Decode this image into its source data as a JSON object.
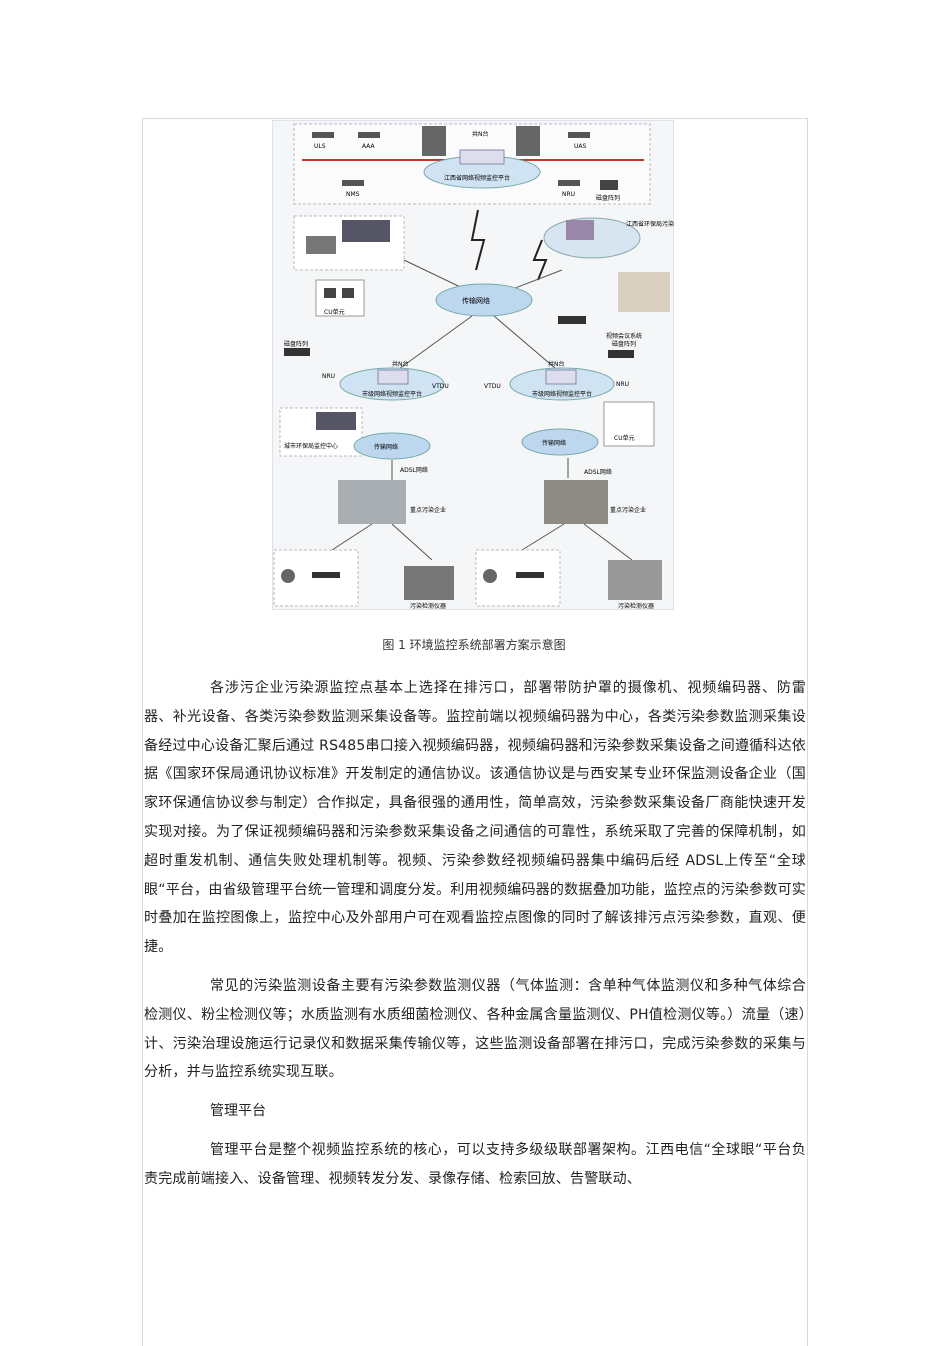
{
  "figure": {
    "labels": {
      "uls": "ULS",
      "aaa": "AAA",
      "uas": "UAS",
      "nms": "NMS",
      "nru": "NRU",
      "disk_array": "磁盘阵列",
      "top_platform": "江西省网络视频监控平台",
      "cloud_node_top": "共N台",
      "env_center": "江西省环保局污染监控中心",
      "transport_network": "传输网络",
      "cu_unit": "CU单元",
      "video_conf": "视频会议系统",
      "city_monitor_center": "城市环保局监控中心",
      "city_platform_left": "市级网络视频监控平台",
      "city_platform_right": "市级网络视频监控平台",
      "vtdu": "VTDU",
      "cloud_node_left": "共N台",
      "cloud_node_right": "共N台",
      "nru_left": "NRU",
      "nru_right": "NRU",
      "disk_left": "磁盘阵列",
      "disk_right": "磁盘阵列",
      "adsl_left": "ADSL网络",
      "adsl_right": "ADSL网络",
      "enterprise_left": "重点污染企业",
      "enterprise_right": "重点污染企业",
      "monitor_left": "污染检测仪器",
      "monitor_right": "污染检测仪器"
    }
  },
  "caption": "图 1  环境监控系统部署方案示意图",
  "paragraphs": [
    "各涉污企业污染源监控点基本上选择在排污口，部署带防护罩的摄像机、视频编码器、防雷器、补光设备、各类污染参数监测采集设备等。监控前端以视频编码器为中心，各类污染参数监测采集设备经过中心设备汇聚后通过 RS485串口接入视频编码器，视频编码器和污染参数采集设备之间遵循科达依据《国家环保局通讯协议标准》开发制定的通信协议。该通信协议是与西安某专业环保监测设备企业（国家环保通信协议参与制定）合作拟定，具备很强的通用性，简单高效，污染参数采集设备厂商能快速开发实现对接。为了保证视频编码器和污染参数采集设备之间通信的可靠性，系统采取了完善的保障机制，如超时重发机制、通信失败处理机制等。视频、污染参数经视频编码器集中编码后经 ADSL上传至“全球眼“平台，由省级管理平台统一管理和调度分发。利用视频编码器的数据叠加功能，监控点的污染参数可实时叠加在监控图像上，监控中心及外部用户可在观看监控点图像的同时了解该排污点污染参数，直观、便捷。",
    "常见的污染监测设备主要有污染参数监测仪器（气体监测：含单种气体监测仪和多种气体综合检测仪、粉尘检测仪等；水质监测有水质细菌检测仪、各种金属含量监测仪、PH值检测仪等。）流量（速）计、污染治理设施运行记录仪和数据采集传输仪等，这些监测设备部署在排污口，完成污染参数的采集与分析，并与监控系统实现互联。"
  ],
  "heading": "管理平台",
  "paragraph3": "管理平台是整个视频监控系统的核心，可以支持多级级联部署架构。江西电信“全球眼“平台负责完成前端接入、设备管理、视频转发分发、录像存储、检索回放、告警联动、"
}
